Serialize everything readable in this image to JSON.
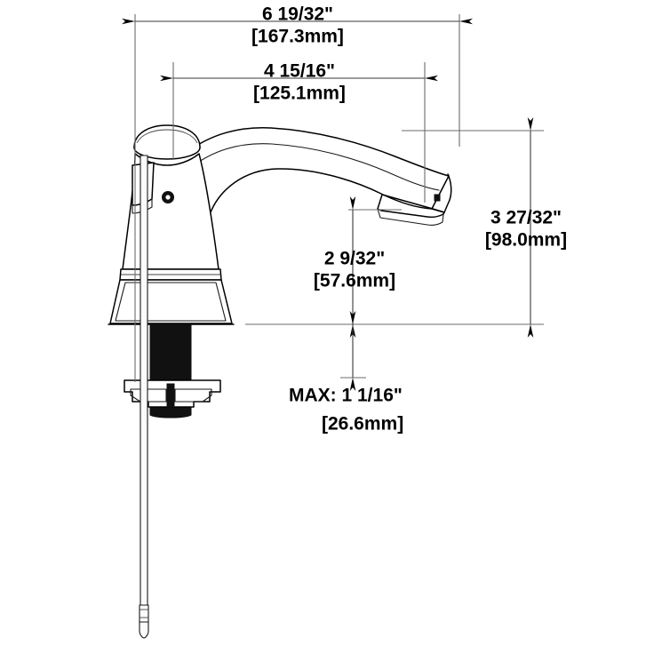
{
  "drawing": {
    "title": "Faucet dimensional drawing",
    "type": "technical-line-drawing",
    "subject": "single-handle centerset lavatory faucet with pop-up lift rod",
    "background_color": "#ffffff",
    "line_color": "#000000",
    "dimension_line_color": "#3a3a3a"
  },
  "dimensions": {
    "overall_width": {
      "name": "overall-width",
      "imperial": "6 19/32\"",
      "metric": "[167.3mm]",
      "orientation": "horizontal",
      "position": "top"
    },
    "spout_reach": {
      "name": "spout-reach",
      "imperial": "4 15/16\"",
      "metric": "[125.1mm]",
      "orientation": "horizontal",
      "position": "top-inner"
    },
    "overall_height": {
      "name": "overall-height",
      "imperial": "3 27/32\"",
      "metric": "[98.0mm]",
      "orientation": "vertical",
      "position": "right"
    },
    "spout_clearance": {
      "name": "spout-clearance",
      "imperial": "2 9/32\"",
      "metric": "[57.6mm]",
      "orientation": "vertical",
      "position": "center"
    },
    "max_deck_thickness": {
      "name": "max-deck-thickness",
      "imperial": "MAX: 1 1/16\"",
      "metric": "[26.6mm]",
      "orientation": "vertical",
      "position": "bottom-center"
    }
  }
}
